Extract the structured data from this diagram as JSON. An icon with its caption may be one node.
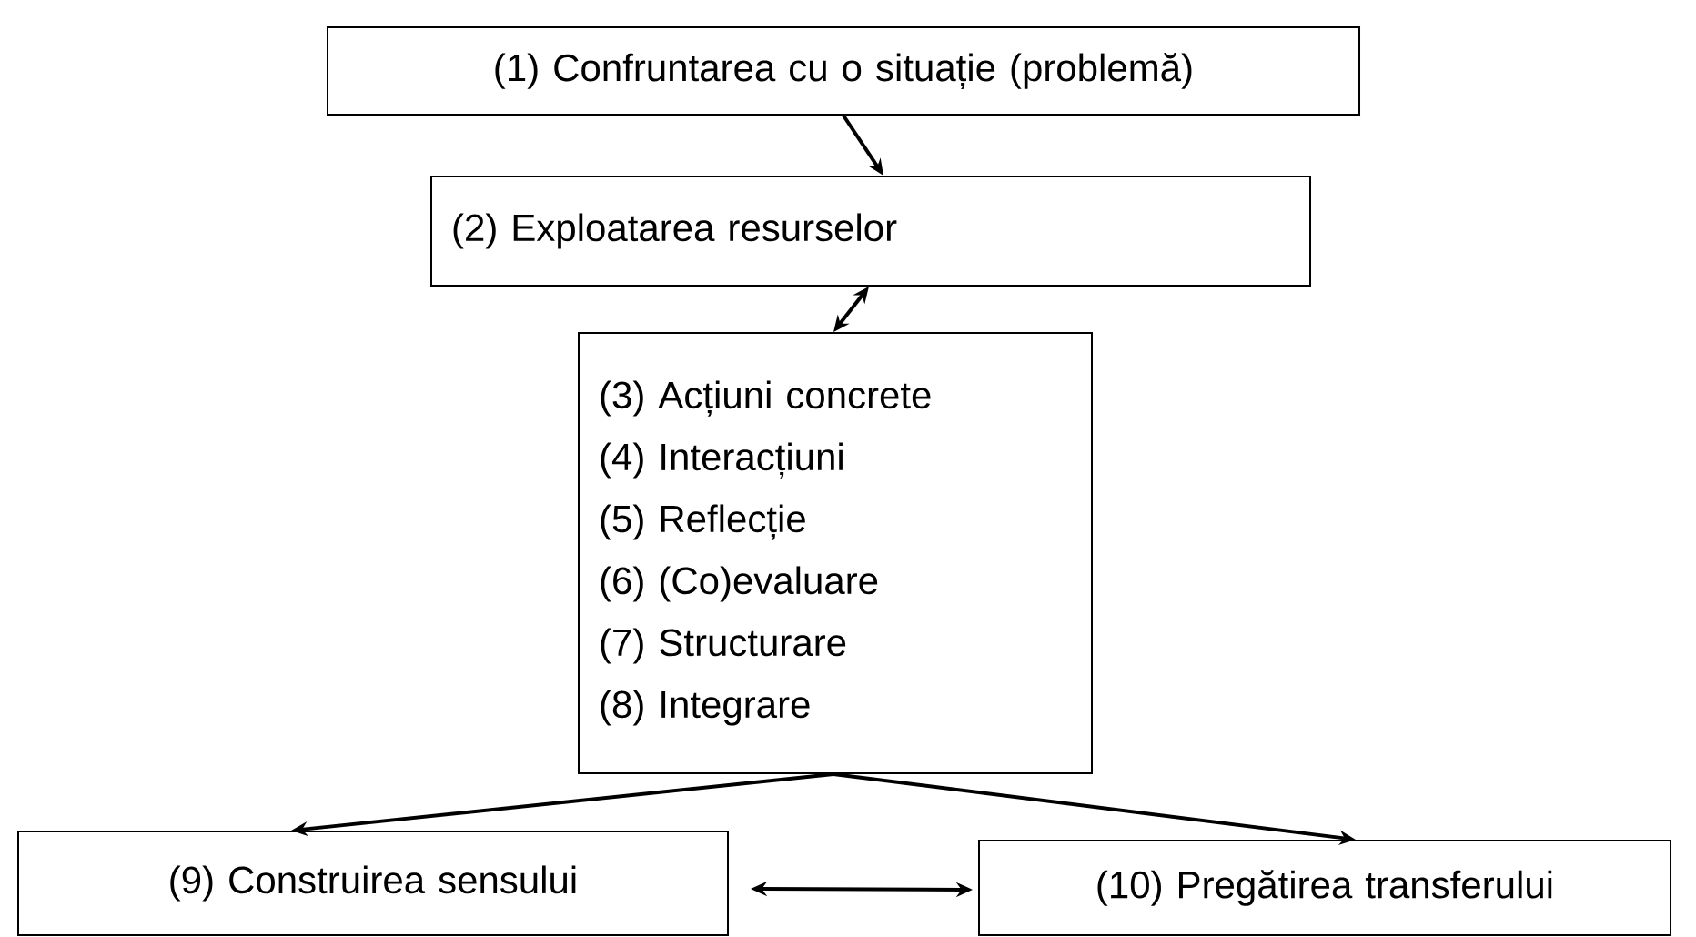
{
  "diagram": {
    "nodes": [
      {
        "text": [
          "(1) Confruntarea cu o situație (problemă)"
        ]
      },
      {
        "text": [
          "(2) Exploatarea resurselor"
        ]
      },
      {
        "text": [
          "(3) Acțiuni concrete",
          "(4) Interacțiuni",
          "(5) Reflecție",
          "(6) (Co)evaluare",
          "(7) Structurare",
          "(8) Integrare"
        ]
      },
      {
        "text": [
          "(9) Construirea sensului"
        ]
      },
      {
        "text": [
          "(10) Pregătirea transferului"
        ]
      }
    ],
    "edges": [
      {
        "from": 0,
        "to": 1,
        "arrow": "to"
      },
      {
        "from": 1,
        "to": 2,
        "arrow": "both"
      },
      {
        "from": 2,
        "to": 3,
        "arrow": "to"
      },
      {
        "from": 2,
        "to": 4,
        "arrow": "to"
      },
      {
        "from": 3,
        "to": 4,
        "arrow": "both"
      }
    ]
  }
}
